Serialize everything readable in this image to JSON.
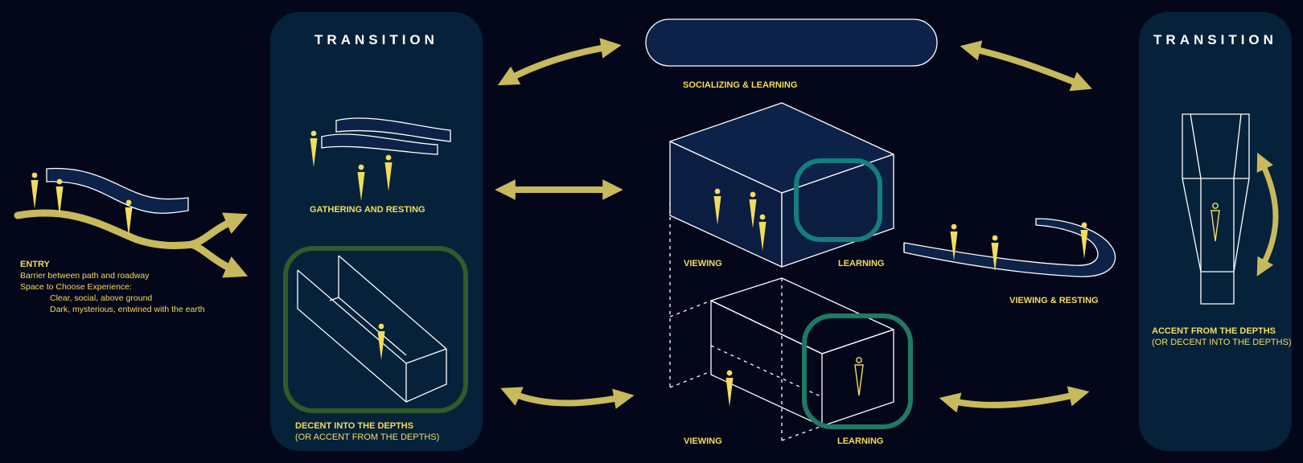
{
  "colors": {
    "background": "#04071a",
    "panel": "#06223a",
    "accent_yellow": "#f2dc5d",
    "arrow_gold": "#c8b95c",
    "box_fill": "#0d2248",
    "line_white": "#ffffff",
    "teal_highlight": "#137f7f",
    "green_highlight": "#2f5a2a",
    "green_teal_highlight": "#1e7a64"
  },
  "entry": {
    "title": "ENTRY",
    "lines": [
      "Barrier between path and roadway",
      "Space to Choose Experience:"
    ],
    "options": [
      "Clear, social, above ground",
      "Dark, mysterious, entwined with the earth"
    ]
  },
  "left_panel": {
    "title": "TRANSITION",
    "gathering_label": "GATHERING AND RESTING",
    "decent_label": "DECENT INTO THE DEPTHS",
    "decent_sub": "(OR ACCENT FROM THE DEPTHS)"
  },
  "center": {
    "socializing_label": "SOCIALIZING & LEARNING",
    "upper_viewing": "VIEWING",
    "upper_learning": "LEARNING",
    "lower_viewing": "VIEWING",
    "lower_learning": "LEARNING",
    "viewing_resting": "VIEWING & RESTING"
  },
  "right_panel": {
    "title": "TRANSITION",
    "accent_label": "ACCENT FROM THE DEPTHS",
    "accent_sub": "(OR DECENT INTO THE DEPTHS)"
  },
  "icons": [
    "person-icon",
    "curved-arrow-icon",
    "double-arrow-icon",
    "fork-arrow-icon"
  ]
}
